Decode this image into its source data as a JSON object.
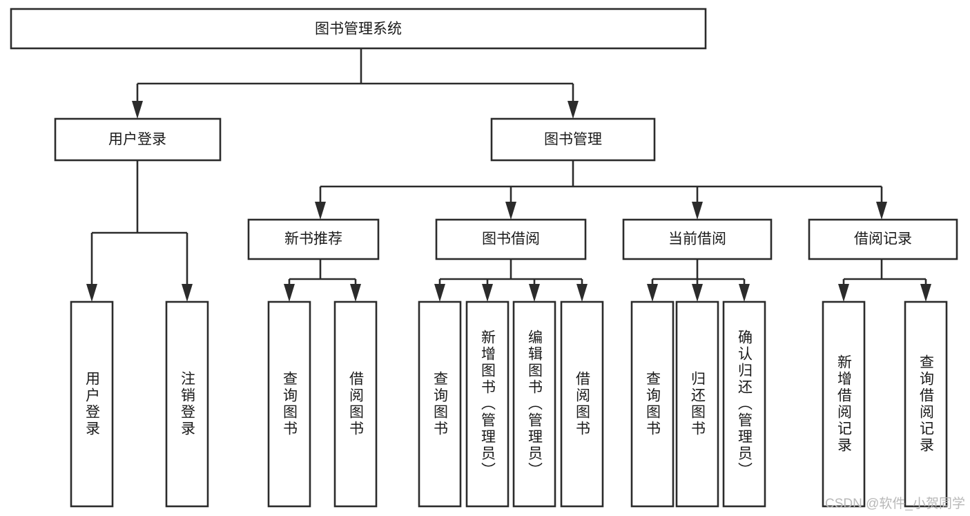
{
  "diagram": {
    "type": "hierarchy-tree",
    "title": "图书管理系统",
    "orientation": "top-down",
    "levels": 4,
    "root": {
      "id": "root",
      "label": "图书管理系统",
      "orientation": "horizontal"
    },
    "level2": [
      {
        "id": "user-login",
        "label": "用户登录",
        "orientation": "horizontal"
      },
      {
        "id": "book-manage",
        "label": "图书管理",
        "orientation": "horizontal"
      }
    ],
    "level3": [
      {
        "id": "new-book-rec",
        "label": "新书推荐",
        "parent": "book-manage",
        "orientation": "horizontal"
      },
      {
        "id": "book-borrow",
        "label": "图书借阅",
        "parent": "book-manage",
        "orientation": "horizontal"
      },
      {
        "id": "current-borrow",
        "label": "当前借阅",
        "parent": "book-manage",
        "orientation": "horizontal"
      },
      {
        "id": "borrow-record",
        "label": "借阅记录",
        "parent": "book-manage",
        "orientation": "horizontal"
      }
    ],
    "leaves": [
      {
        "id": "leaf-user-login",
        "label": "用户登录",
        "parent": "user-login",
        "orientation": "vertical"
      },
      {
        "id": "leaf-user-logout",
        "label": "注销登录",
        "parent": "user-login",
        "orientation": "vertical"
      },
      {
        "id": "leaf-query-book-1",
        "label": "查询图书",
        "parent": "new-book-rec",
        "orientation": "vertical"
      },
      {
        "id": "leaf-borrow-book-1",
        "label": "借阅图书",
        "parent": "new-book-rec",
        "orientation": "vertical"
      },
      {
        "id": "leaf-query-book-2",
        "label": "查询图书",
        "parent": "book-borrow",
        "orientation": "vertical"
      },
      {
        "id": "leaf-add-book",
        "label": "新增图书（管理员）",
        "parent": "book-borrow",
        "orientation": "vertical"
      },
      {
        "id": "leaf-edit-book",
        "label": "编辑图书（管理员）",
        "parent": "book-borrow",
        "orientation": "vertical"
      },
      {
        "id": "leaf-borrow-book-2",
        "label": "借阅图书",
        "parent": "book-borrow",
        "orientation": "vertical"
      },
      {
        "id": "leaf-query-book-3",
        "label": "查询图书",
        "parent": "current-borrow",
        "orientation": "vertical"
      },
      {
        "id": "leaf-return-book",
        "label": "归还图书",
        "parent": "current-borrow",
        "orientation": "vertical"
      },
      {
        "id": "leaf-confirm-return",
        "label": "确认归还（管理员）",
        "parent": "current-borrow",
        "orientation": "vertical"
      },
      {
        "id": "leaf-add-record",
        "label": "新增借阅记录",
        "parent": "borrow-record",
        "orientation": "vertical"
      },
      {
        "id": "leaf-query-record",
        "label": "查询借阅记录",
        "parent": "borrow-record",
        "orientation": "vertical"
      }
    ]
  },
  "watermark": {
    "text": "CSDN @软件_小贺同学"
  },
  "colors": {
    "background": "#ffffff",
    "box_fill": "#ffffff",
    "box_stroke": "#2b2b2b",
    "connector": "#2b2b2b",
    "text": "#1a1a1a",
    "watermark": "#b8b8b8"
  }
}
